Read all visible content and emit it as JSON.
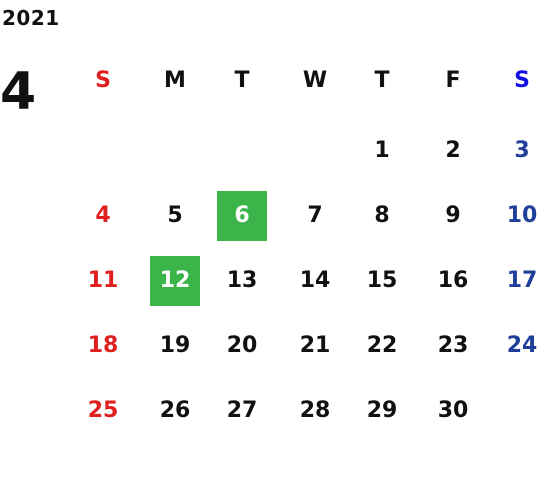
{
  "calendar": {
    "year": "2021",
    "month": "4",
    "weekdays": [
      "S",
      "M",
      "T",
      "W",
      "T",
      "F",
      "S"
    ],
    "weeks": [
      [
        "",
        "",
        "",
        "",
        "1",
        "2",
        "3"
      ],
      [
        "4",
        "5",
        "6",
        "7",
        "8",
        "9",
        "10"
      ],
      [
        "11",
        "12",
        "13",
        "14",
        "15",
        "16",
        "17"
      ],
      [
        "18",
        "19",
        "20",
        "21",
        "22",
        "23",
        "24"
      ],
      [
        "25",
        "26",
        "27",
        "28",
        "29",
        "30",
        ""
      ]
    ],
    "highlighted_days": [
      "6",
      "12"
    ],
    "colors": {
      "text": "#111111",
      "sunday": "#e02020",
      "saturday_header": "#1010e0",
      "saturday": "#1f3f99",
      "highlight_bg": "#3bb54a",
      "highlight_text": "#ffffff"
    }
  }
}
